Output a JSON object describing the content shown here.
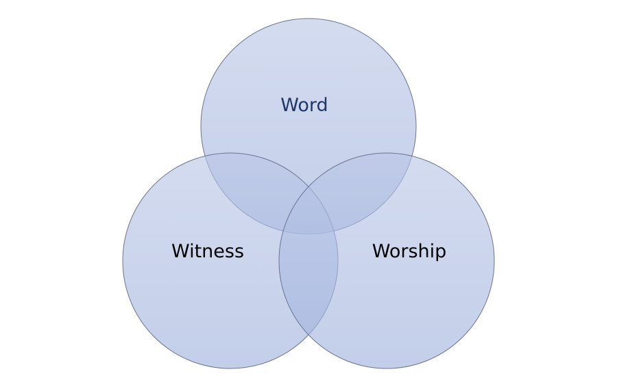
{
  "diagram": {
    "type": "venn",
    "sets": [
      {
        "label": "Word",
        "text_color": "#1f3668"
      },
      {
        "label": "Witness",
        "text_color": "#000000"
      },
      {
        "label": "Worship",
        "text_color": "#000000"
      }
    ],
    "fill_color": "#9aabd8",
    "stroke_color": "#6b7390"
  }
}
